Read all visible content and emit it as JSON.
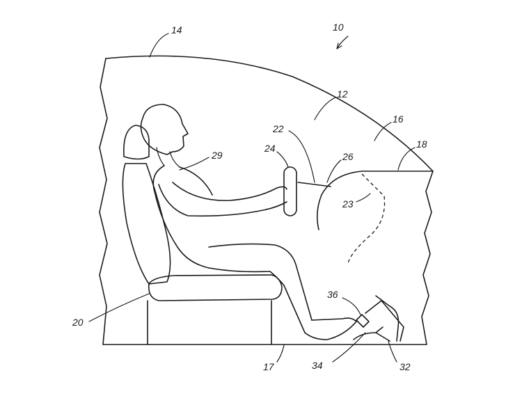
{
  "figure": {
    "labels": {
      "fig_ref": "10",
      "roof": "14",
      "cabin": "12",
      "windshield": "16",
      "dash_outline": "18",
      "steering_column": "22",
      "steering_wheel": "24",
      "instrument_panel": "26",
      "airbag_region": "23",
      "occupant": "29",
      "seat": "20",
      "floor": "17",
      "pedal_upper": "36",
      "pedal_lower": "34",
      "pedal_mount": "32"
    }
  }
}
